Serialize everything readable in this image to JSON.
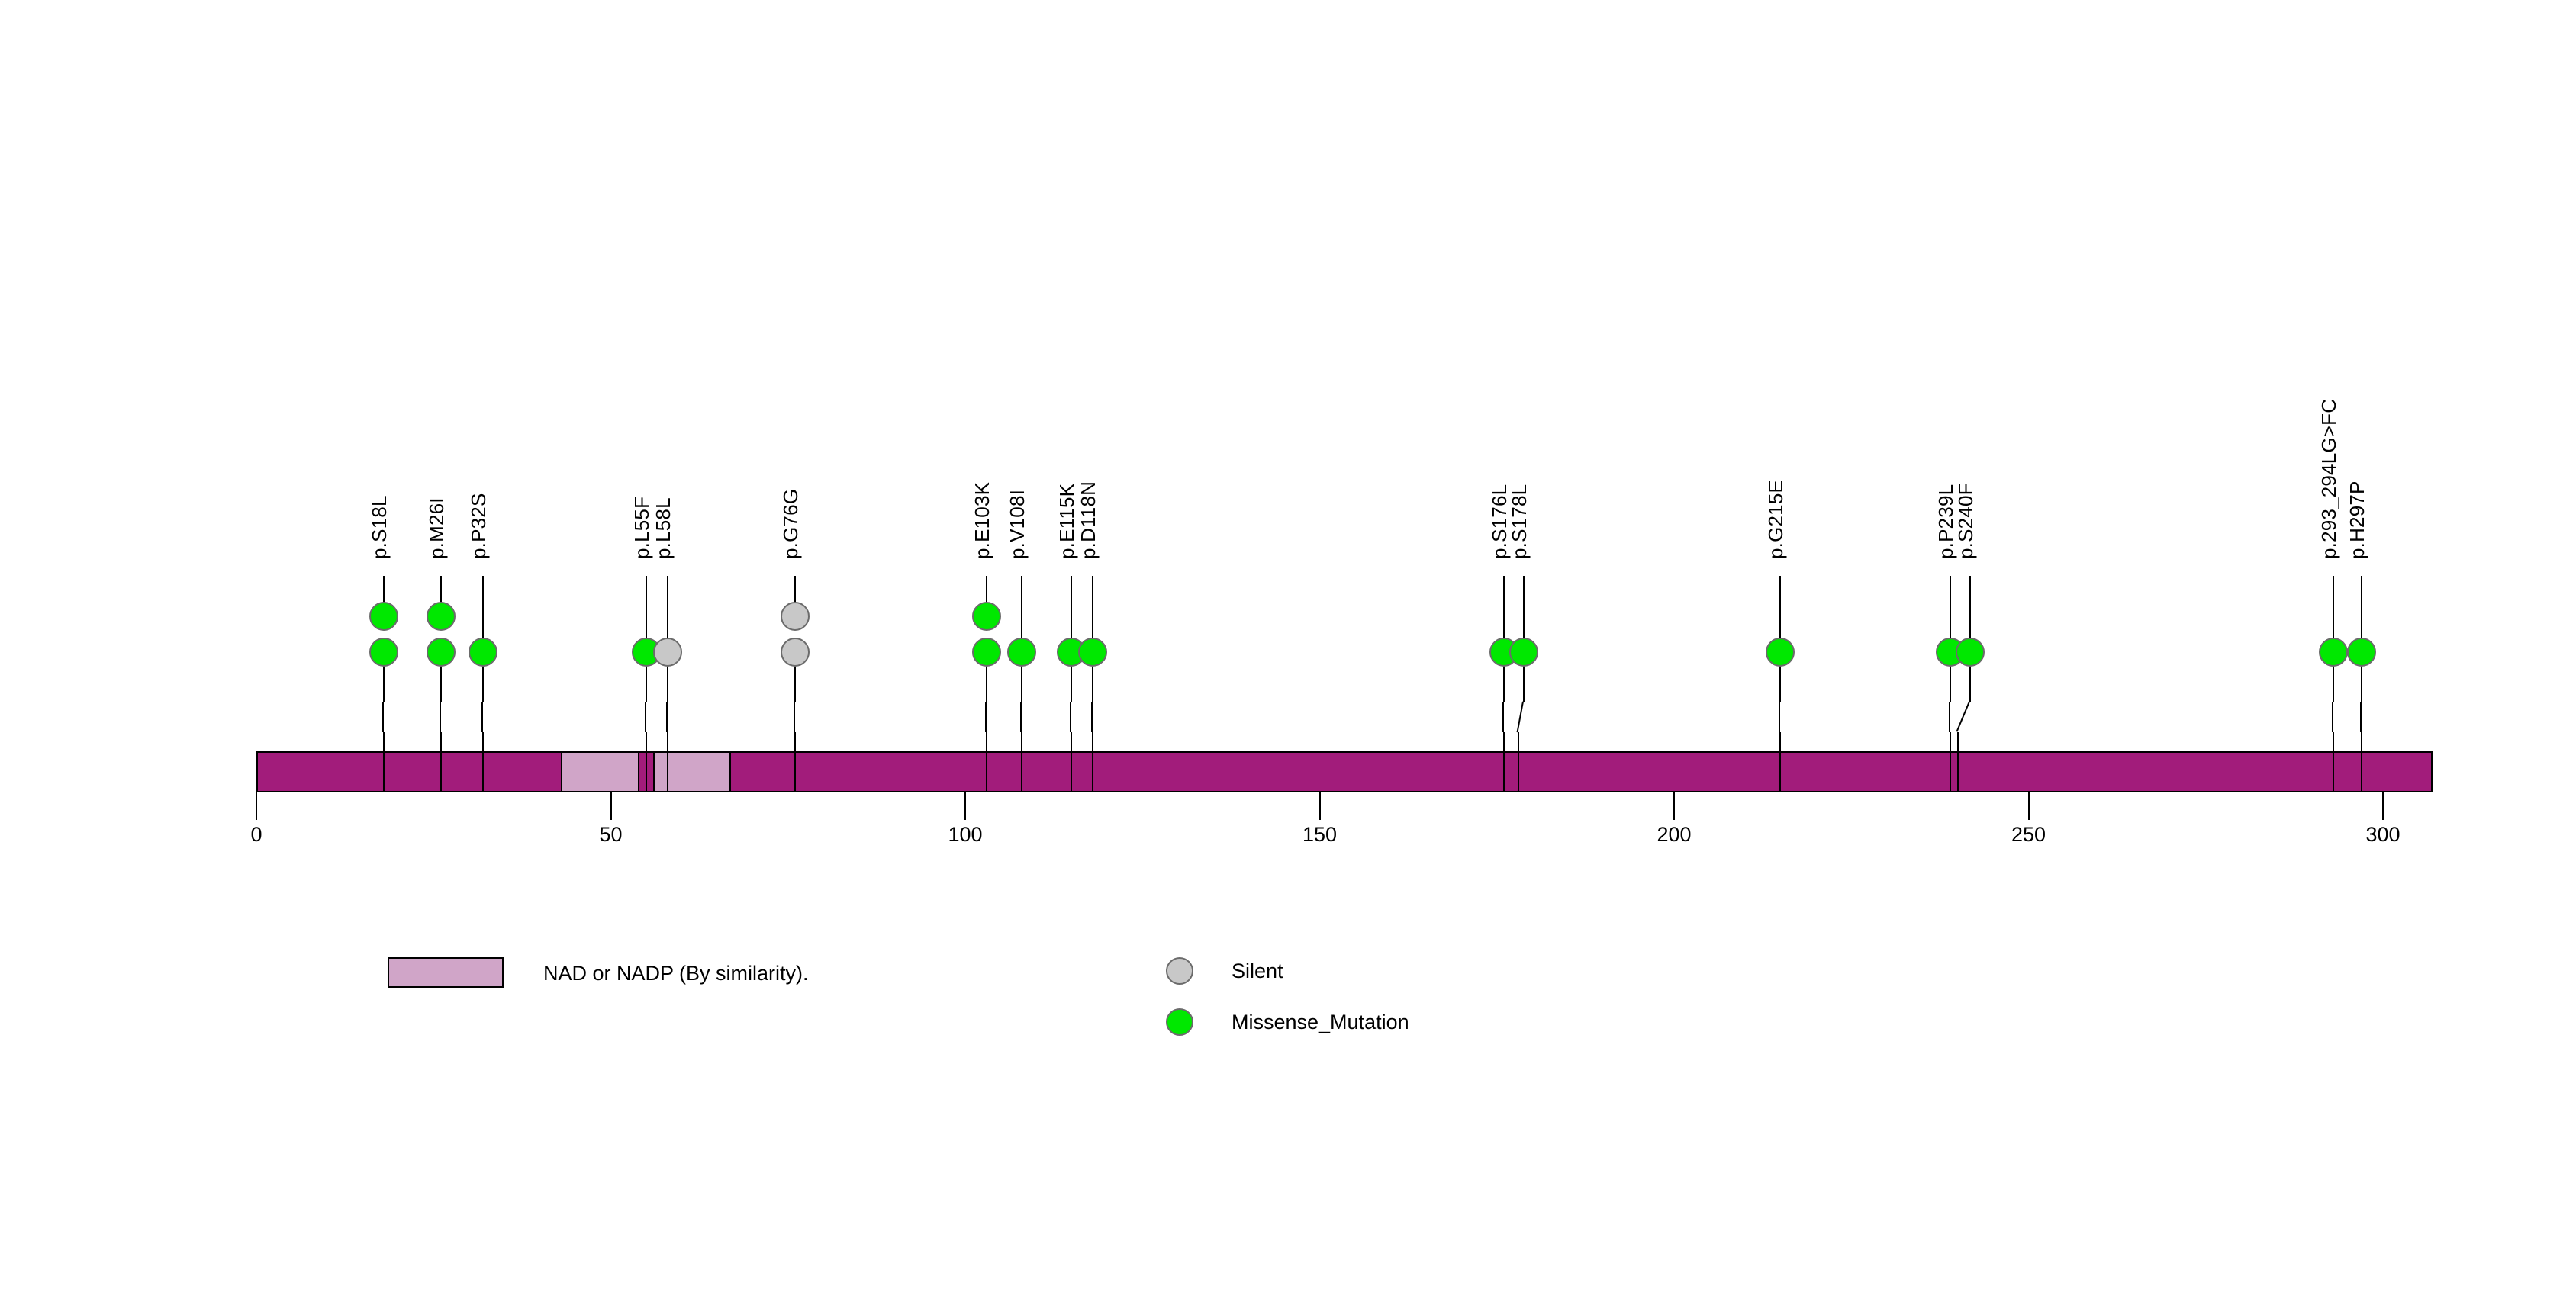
{
  "chart_data": {
    "type": "lollipop",
    "title": "",
    "xlabel": "",
    "ylabel": "",
    "xlim": [
      0,
      307
    ],
    "axis_ticks": [
      0,
      50,
      100,
      150,
      200,
      250,
      300
    ],
    "axis_tick_labels": [
      "0",
      "50",
      "100",
      "150",
      "200",
      "250",
      "300"
    ],
    "protein_length": 307,
    "grid": false,
    "colors": {
      "protein_bar": "#A21C7B",
      "domain": "#D0A5C8",
      "missense": "#00E800",
      "silent": "#C8C8C8",
      "stem": "#000000",
      "outline": "#000000"
    },
    "domains": [
      {
        "name": "NAD or NADP (By similarity).",
        "start": 43,
        "end": 54,
        "color": "#D0A5C8"
      },
      {
        "name": "NAD or NADP (By similarity).",
        "start": 56,
        "end": 67,
        "color": "#D0A5C8"
      }
    ],
    "mutations": [
      {
        "label": "p.S18L",
        "position": 18,
        "count": 2,
        "type": "Missense_Mutation",
        "color": "#00E800"
      },
      {
        "label": "p.M26I",
        "position": 26,
        "count": 2,
        "type": "Missense_Mutation",
        "color": "#00E800"
      },
      {
        "label": "p.P32S",
        "position": 32,
        "count": 1,
        "type": "Missense_Mutation",
        "color": "#00E800"
      },
      {
        "label": "p.L55F",
        "position": 55,
        "count": 1,
        "type": "Missense_Mutation",
        "color": "#00E800"
      },
      {
        "label": "p.L58L",
        "position": 58,
        "count": 1,
        "type": "Silent",
        "color": "#C8C8C8"
      },
      {
        "label": "p.G76G",
        "position": 76,
        "count": 2,
        "type": "Silent",
        "color": "#C8C8C8"
      },
      {
        "label": "p.E103K",
        "position": 103,
        "count": 2,
        "type": "Missense_Mutation",
        "color": "#00E800"
      },
      {
        "label": "p.V108I",
        "position": 108,
        "count": 1,
        "type": "Missense_Mutation",
        "color": "#00E800"
      },
      {
        "label": "p.E115K",
        "position": 115,
        "count": 1,
        "type": "Missense_Mutation",
        "color": "#00E800"
      },
      {
        "label": "p.D118N",
        "position": 118,
        "count": 1,
        "type": "Missense_Mutation",
        "color": "#00E800"
      },
      {
        "label": "p.S176L",
        "position": 176,
        "count": 1,
        "type": "Missense_Mutation",
        "color": "#00E800"
      },
      {
        "label": "p.S178L",
        "position": 178,
        "count": 1,
        "type": "Missense_Mutation",
        "color": "#00E800"
      },
      {
        "label": "p.G215E",
        "position": 215,
        "count": 1,
        "type": "Missense_Mutation",
        "color": "#00E800"
      },
      {
        "label": "p.P239L",
        "position": 239,
        "count": 1,
        "type": "Missense_Mutation",
        "color": "#00E800"
      },
      {
        "label": "p.S240F",
        "position": 240,
        "count": 1,
        "type": "Missense_Mutation",
        "color": "#00E800"
      },
      {
        "label": "p.293_294LG>FC",
        "position": 293,
        "count": 1,
        "type": "Missense_Mutation",
        "color": "#00E800"
      },
      {
        "label": "p.H297P",
        "position": 297,
        "count": 1,
        "type": "Missense_Mutation",
        "color": "#00E800"
      }
    ],
    "legend": {
      "position": "bottom-left",
      "domain_entries": [
        {
          "label": "NAD or NADP (By similarity).",
          "color": "#D0A5C8",
          "shape": "rect"
        }
      ],
      "mutation_entries": [
        {
          "label": "Silent",
          "color": "#C8C8C8",
          "shape": "circle"
        },
        {
          "label": "Missense_Mutation",
          "color": "#00E800",
          "shape": "circle"
        }
      ]
    }
  }
}
